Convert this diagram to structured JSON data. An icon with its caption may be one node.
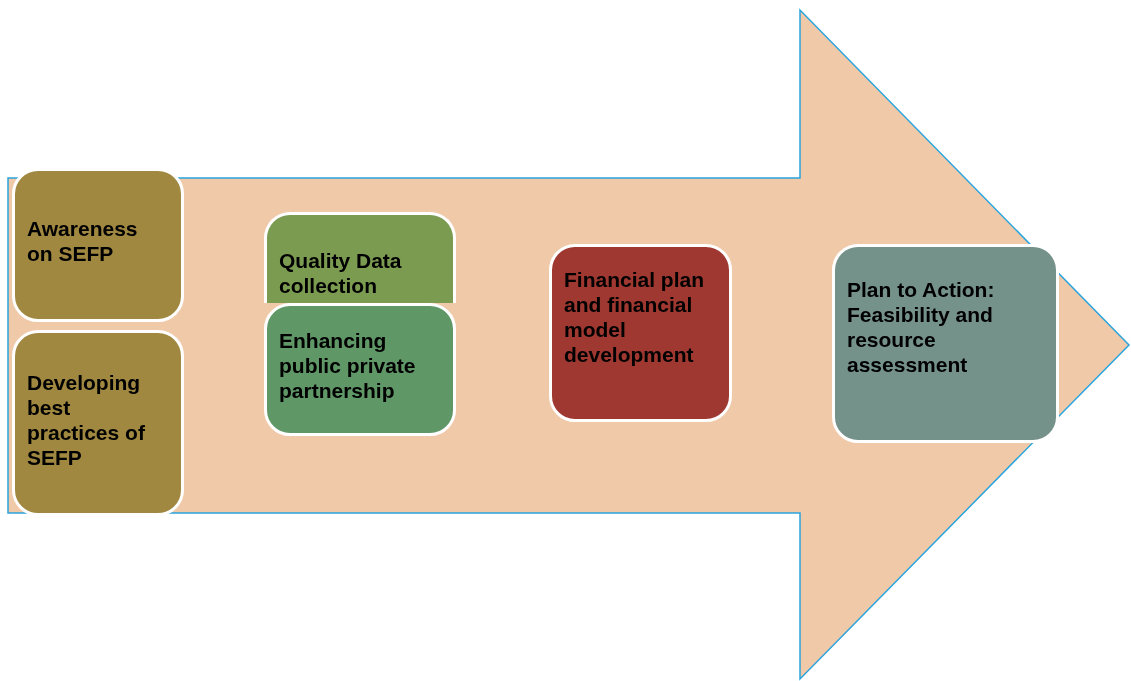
{
  "diagram": {
    "nodes": [
      {
        "text": [],
        "shape": "arrow"
      },
      {
        "text": [
          "Awareness on SEFP"
        ],
        "in": 0
      },
      {
        "text": [
          "Developing best practices of SEFP"
        ],
        "in": 0
      },
      {
        "text": [
          "Quality Data collection"
        ],
        "in": 0
      },
      {
        "text": [
          "Enhancing public private partnership"
        ],
        "in": 0
      },
      {
        "text": [
          "Financial plan and financial model development"
        ],
        "in": 0
      },
      {
        "text": [
          "Plan to Action: Feasibility and resource assessment"
        ],
        "in": 0
      }
    ],
    "edges": []
  }
}
